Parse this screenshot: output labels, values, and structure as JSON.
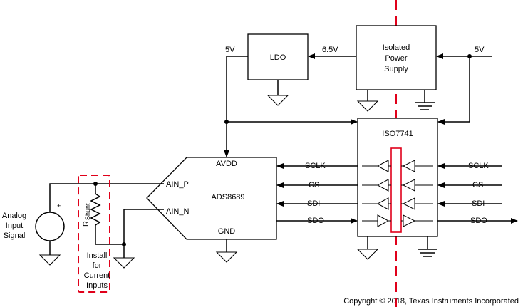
{
  "blocks": {
    "ldo": "LDO",
    "isolated_supply": [
      "Isolated",
      "Power",
      "Supply"
    ],
    "isolator": "ISO7741",
    "adc": {
      "name": "ADS8689",
      "avdd": "AVDD",
      "ain_p": "AIN_P",
      "ain_n": "AIN_N",
      "gnd": "GND"
    }
  },
  "nets": {
    "ldo_out": "5V",
    "supply_to_ldo": "6.5V",
    "supply_in": "5V"
  },
  "signals": {
    "adc_side": [
      "SCLK",
      "CS",
      "SDI",
      "SDO"
    ],
    "host_side": [
      "SCLK",
      "CS",
      "SDI",
      "SDO"
    ]
  },
  "components": {
    "resistor_label": "R",
    "resistor_sub": "Shunt",
    "source_polarity": "+"
  },
  "annotations": {
    "analog_input": [
      "Analog",
      "Input",
      "Signal"
    ],
    "install_note": [
      "Install",
      "for",
      "Current",
      "Inputs"
    ],
    "copyright": "Copyright © 2018, Texas Instruments Incorporated"
  },
  "colors": {
    "isolation_barrier": "#e0001a",
    "wire": "#000000"
  }
}
